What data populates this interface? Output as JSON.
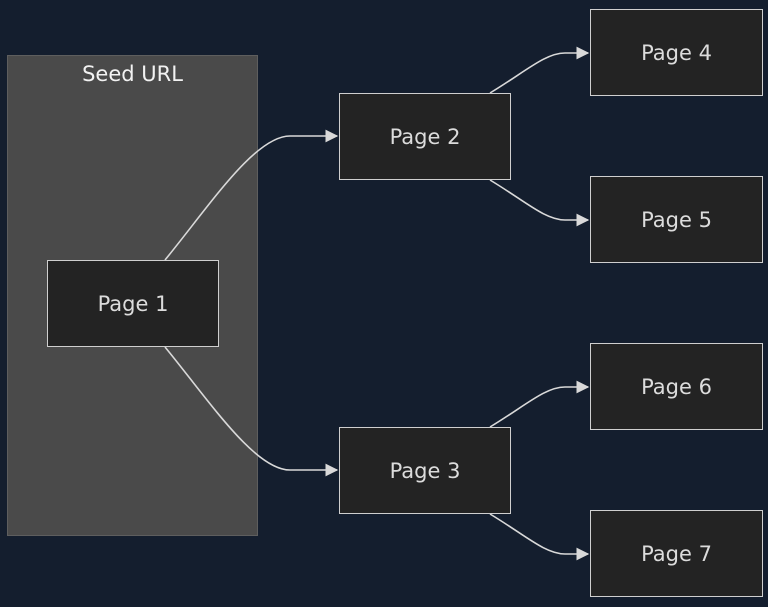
{
  "cluster": {
    "label": "Seed URL"
  },
  "nodes": {
    "page1": "Page 1",
    "page2": "Page 2",
    "page3": "Page 3",
    "page4": "Page 4",
    "page5": "Page 5",
    "page6": "Page 6",
    "page7": "Page 7"
  },
  "edges": [
    {
      "from": "Page 1",
      "to": "Page 2"
    },
    {
      "from": "Page 1",
      "to": "Page 3"
    },
    {
      "from": "Page 2",
      "to": "Page 4"
    },
    {
      "from": "Page 2",
      "to": "Page 5"
    },
    {
      "from": "Page 3",
      "to": "Page 6"
    },
    {
      "from": "Page 3",
      "to": "Page 7"
    }
  ],
  "colors": {
    "background": "#141e2e",
    "cluster_fill": "#4a4a4a",
    "node_fill": "#232323",
    "node_border": "#cfcfcf",
    "edge": "#d9d9d9",
    "text": "#dcdcdc"
  }
}
